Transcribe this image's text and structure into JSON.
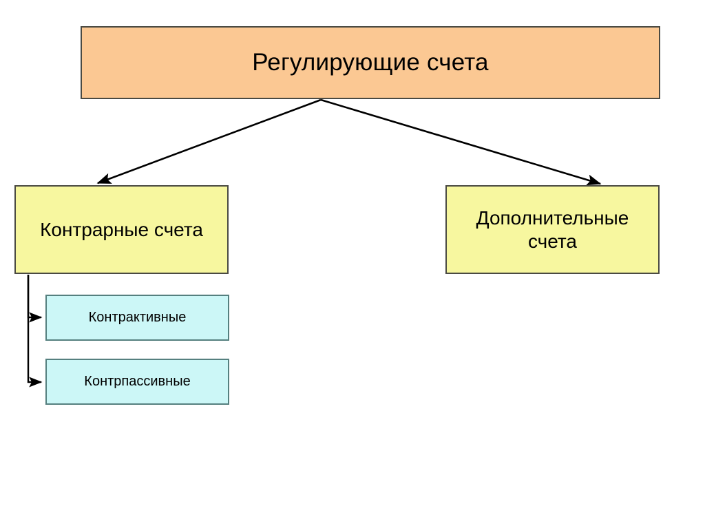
{
  "diagram": {
    "title": "Регулирующие счета",
    "root": {
      "label": "Регулирующие счета",
      "fill": "#FBC893",
      "border": "#4a4a42"
    },
    "branches": [
      {
        "id": "contrary-accounts",
        "label": "Контрарные счета",
        "fill": "#F7F79F",
        "border": "#4a4a42"
      },
      {
        "id": "supplementary-accounts",
        "label": "Дополнительные счета",
        "fill": "#F7F79F",
        "border": "#4a4a42"
      }
    ],
    "leaves": [
      {
        "id": "contra-active",
        "label": "Контрактивные",
        "fill": "#CCF7F7",
        "border": "#55807f",
        "parent": "contrary-accounts"
      },
      {
        "id": "contra-passive",
        "label": "Контрпассивные",
        "fill": "#CCF7F7",
        "border": "#55807f",
        "parent": "contrary-accounts"
      }
    ],
    "connectors": [
      {
        "id": "root-to-contrary",
        "from": "root",
        "to": "contrary-accounts",
        "style": "diagonal-arrow",
        "color": "#000000"
      },
      {
        "id": "root-to-supplementary",
        "from": "root",
        "to": "supplementary-accounts",
        "style": "diagonal-arrow",
        "color": "#000000"
      },
      {
        "id": "contrary-to-contra-active",
        "from": "contrary-accounts",
        "to": "contra-active",
        "style": "elbow-arrow",
        "color": "#000000"
      },
      {
        "id": "contrary-to-contra-passive",
        "from": "contrary-accounts",
        "to": "contra-passive",
        "style": "elbow-arrow",
        "color": "#000000"
      }
    ]
  }
}
